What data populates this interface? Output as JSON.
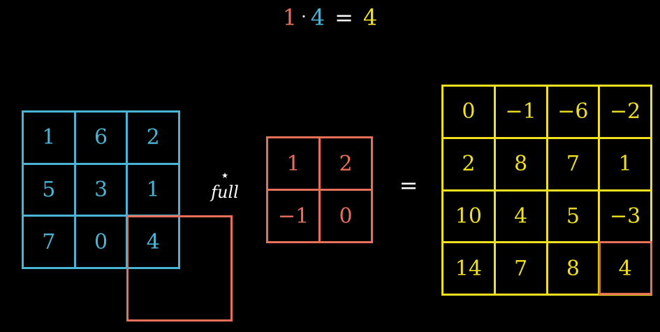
{
  "equation": {
    "left": "1",
    "operator": "·",
    "right": "4",
    "equals": "=",
    "result": "4"
  },
  "input_matrix": {
    "color": "#4ab4d4",
    "rows": [
      [
        "1",
        "6",
        "2"
      ],
      [
        "5",
        "3",
        "1"
      ],
      [
        "7",
        "0",
        "4"
      ]
    ]
  },
  "operator": {
    "symbol": "⋆",
    "mode": "full"
  },
  "kernel_matrix": {
    "color": "#e8705a",
    "rows": [
      [
        "1",
        "2"
      ],
      [
        "−1",
        "0"
      ]
    ]
  },
  "equals_sign": "=",
  "output_matrix": {
    "color": "#f0e020",
    "rows": [
      [
        "0",
        "−1",
        "−6",
        "−2"
      ],
      [
        "2",
        "8",
        "7",
        "1"
      ],
      [
        "10",
        "4",
        "5",
        "−3"
      ],
      [
        "14",
        "7",
        "8",
        "4"
      ]
    ],
    "highlighted_cell": [
      3,
      3
    ]
  }
}
